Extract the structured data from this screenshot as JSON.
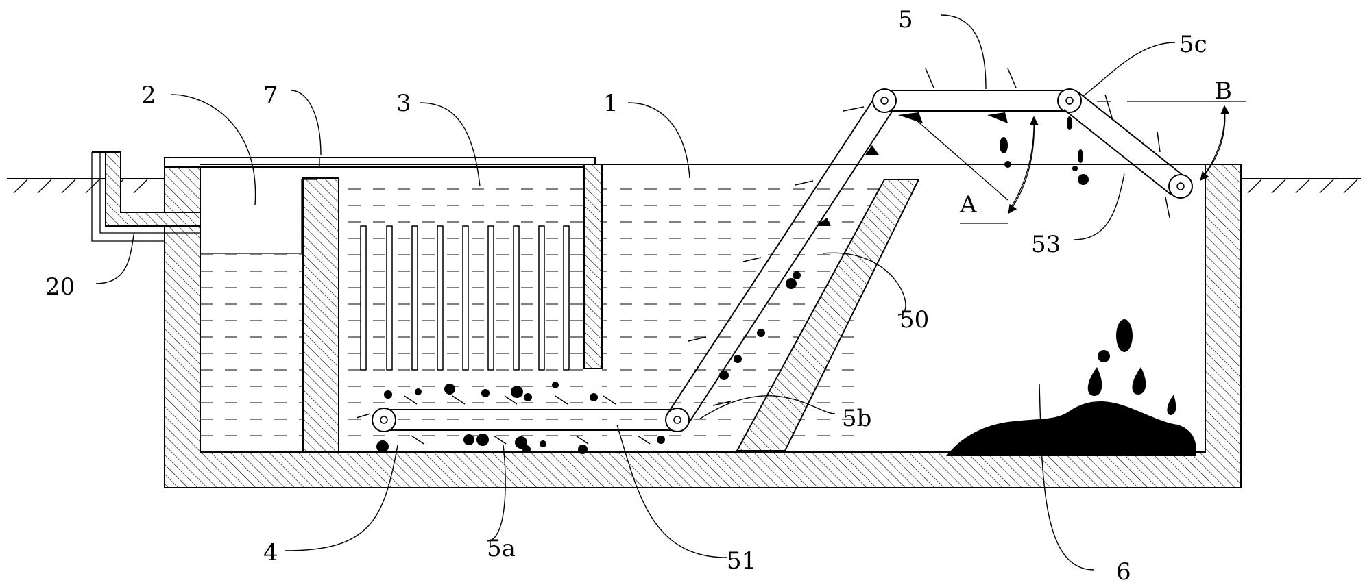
{
  "labels": {
    "l1": "1",
    "l2": "2",
    "l3": "3",
    "l4": "4",
    "l5": "5",
    "l5a": "5a",
    "l5b": "5b",
    "l5c": "5c",
    "l6": "6",
    "l7": "7",
    "l20": "20",
    "l50": "50",
    "l51": "51",
    "l53": "53",
    "lA": "A",
    "lB": "B"
  }
}
